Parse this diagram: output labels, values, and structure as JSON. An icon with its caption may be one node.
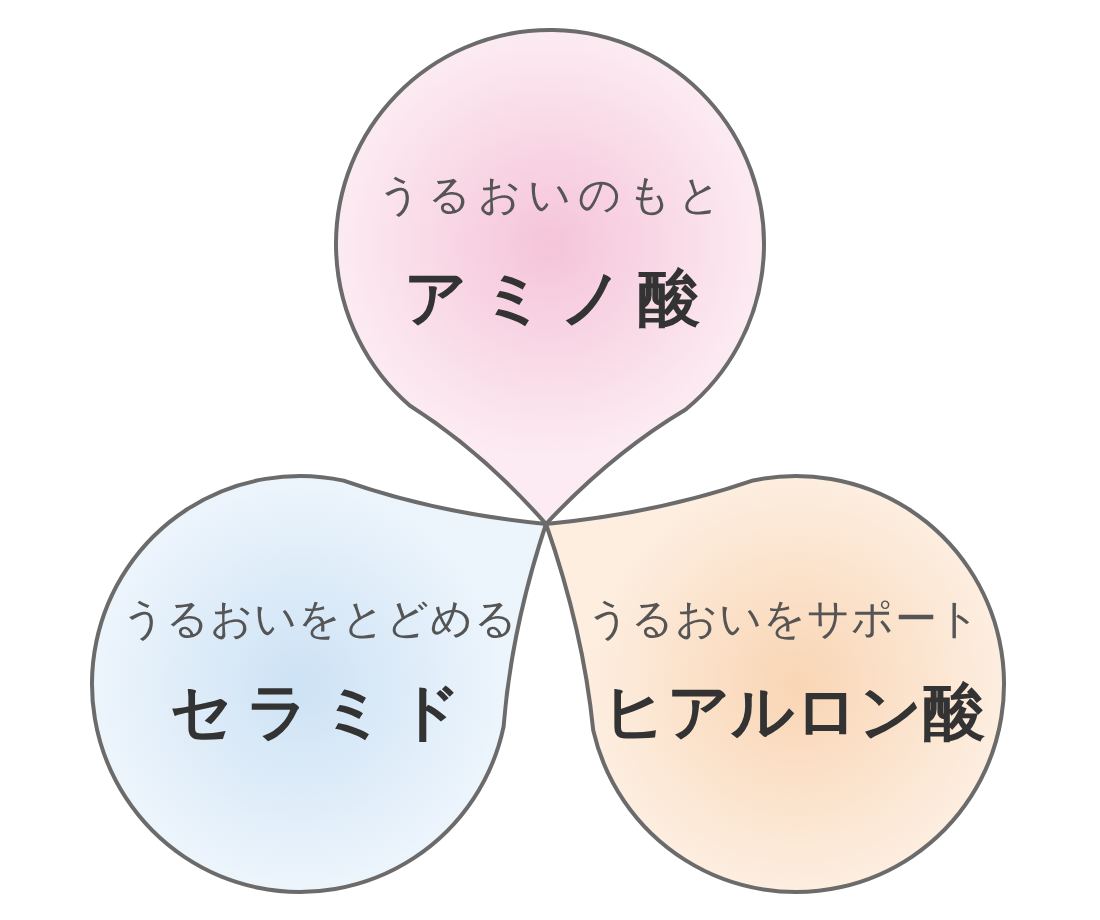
{
  "diagram": {
    "nodes": [
      {
        "text": [
          "うるおいのもと",
          "アミノ酸"
        ]
      },
      {
        "text": [
          "うるおいをとどめる",
          "セラミド"
        ]
      },
      {
        "text": [
          "うるおいをサポート",
          "ヒアルロン酸"
        ]
      }
    ]
  }
}
